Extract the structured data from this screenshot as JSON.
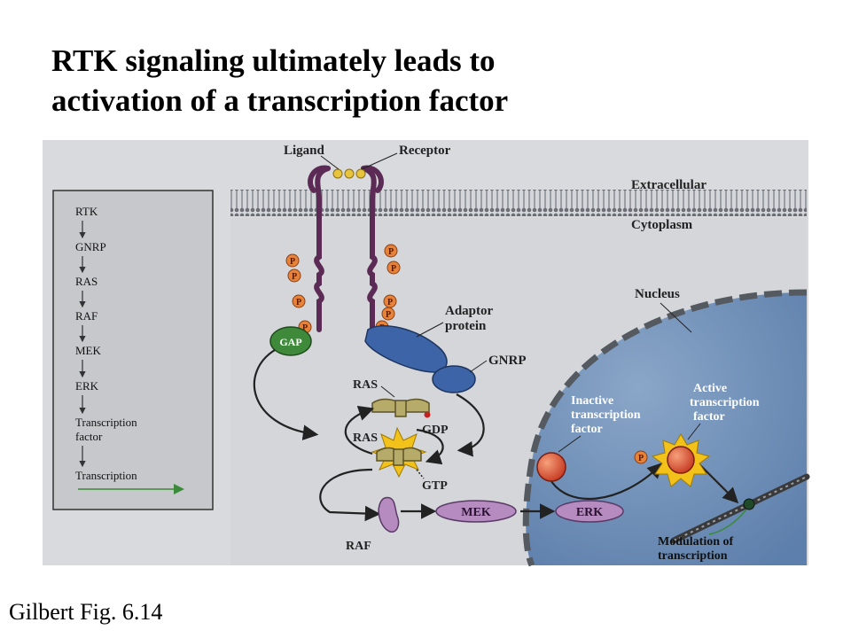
{
  "title_line1": "RTK signaling ultimately leads to",
  "title_line2": "activation of a transcription factor",
  "caption": "Gilbert Fig. 6.14",
  "sidebar": {
    "steps": [
      "RTK",
      "GNRP",
      "RAS",
      "RAF",
      "MEK",
      "ERK",
      "Transcription",
      "factor",
      "Transcription"
    ]
  },
  "labels": {
    "ligand": "Ligand",
    "receptor": "Receptor",
    "extracellular": "Extracellular",
    "cytoplasm": "Cytoplasm",
    "nucleus": "Nucleus",
    "adaptor_1": "Adaptor",
    "adaptor_2": "protein",
    "gnrp": "GNRP",
    "gap": "GAP",
    "ras_top": "RAS",
    "gdp": "GDP",
    "ras_bottom": "RAS",
    "gtp": "GTP",
    "raf": "RAF",
    "mek": "MEK",
    "erk": "ERK",
    "p": "P",
    "inactive_1": "Inactive",
    "inactive_2": "transcription",
    "inactive_3": "factor",
    "active_1": "Active",
    "active_2": "transcription",
    "active_3": "factor",
    "modulation_1": "Modulation of",
    "modulation_2": "transcription"
  },
  "colors": {
    "panel": "#c8c8c8",
    "cytoplasm": "#d4d6da",
    "membrane": "#7a7f86",
    "nucleus": "#6f8fb8",
    "receptor": "#5b2b55",
    "phosphate": "#e7823a",
    "adaptor": "#3c64a6",
    "gap": "#3f8a3a",
    "ras": "#b7ab6a",
    "mek_erk": "#b58bc0",
    "tf": "#e0563a"
  }
}
